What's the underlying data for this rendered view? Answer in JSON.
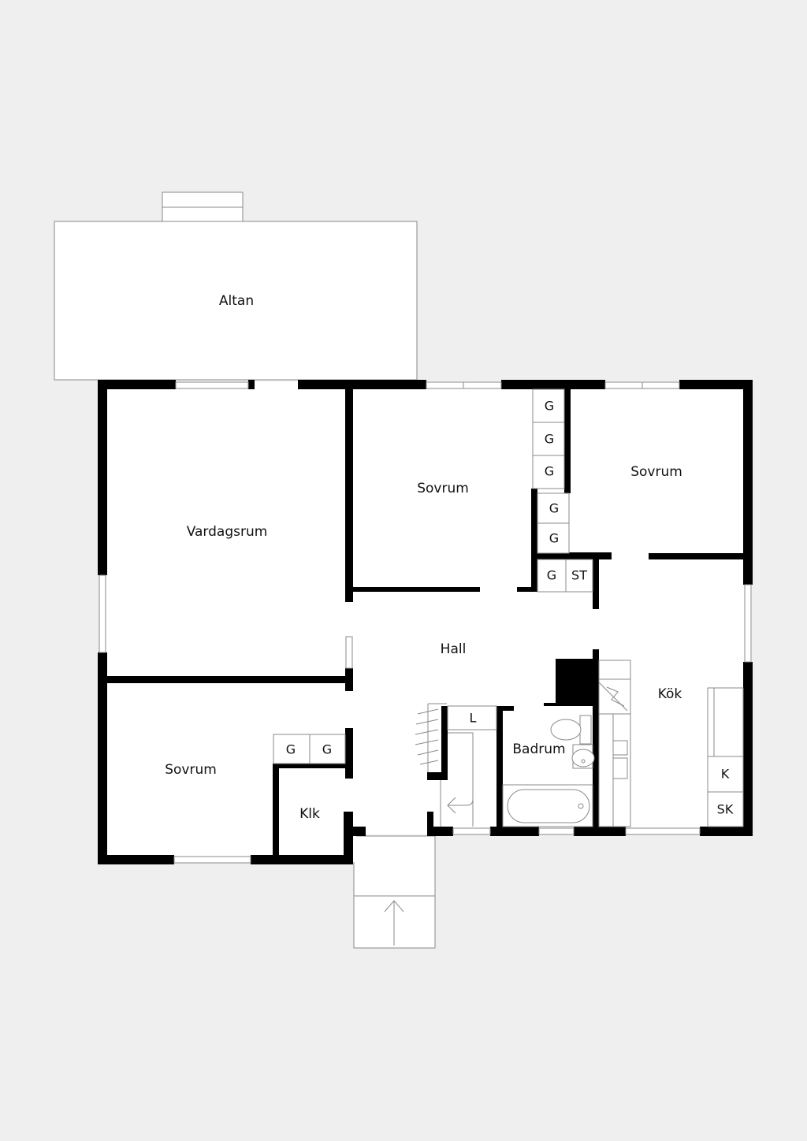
{
  "rooms": {
    "altan": "Altan",
    "vardagsrum": "Vardagsrum",
    "sovrum_1": "Sovrum",
    "sovrum_2": "Sovrum",
    "sovrum_3": "Sovrum",
    "hall": "Hall",
    "kok": "Kök",
    "badrum": "Badrum",
    "klk": "Klk"
  },
  "storage": {
    "g1": "G",
    "g2": "G",
    "g3": "G",
    "g4": "G",
    "g5": "G",
    "g6": "G",
    "st": "ST",
    "g7": "G",
    "g8": "G",
    "l": "L",
    "k": "K",
    "sk": "SK"
  },
  "colors": {
    "background": "#efefef",
    "floor": "#ffffff",
    "wall": "#000000",
    "line": "#8a8a8a"
  }
}
